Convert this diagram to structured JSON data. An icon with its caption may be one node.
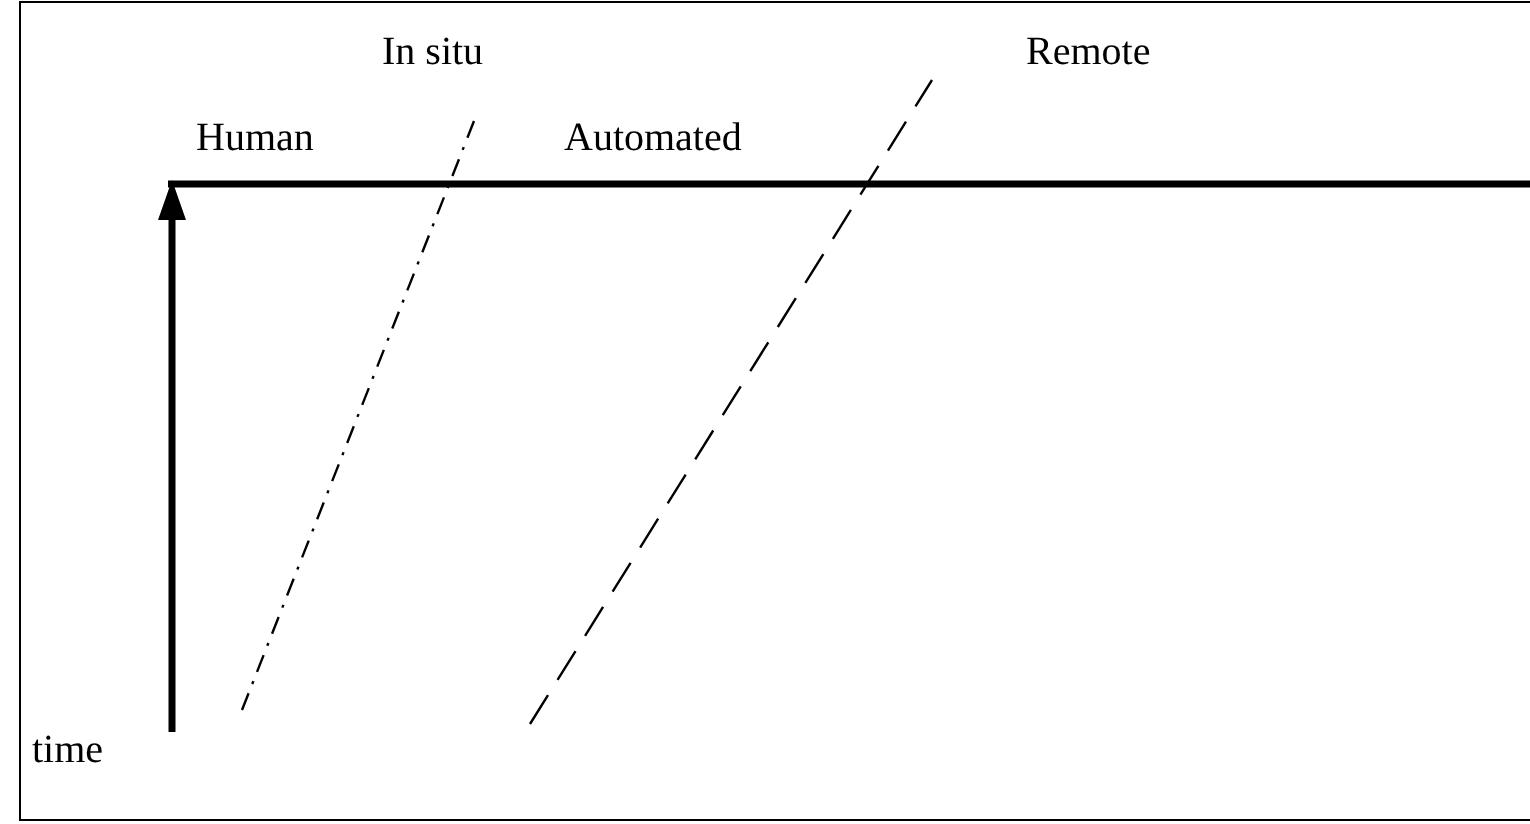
{
  "diagram": {
    "labels": [
      "In situ",
      "Remote",
      "Human",
      "Automated",
      "time"
    ]
  }
}
